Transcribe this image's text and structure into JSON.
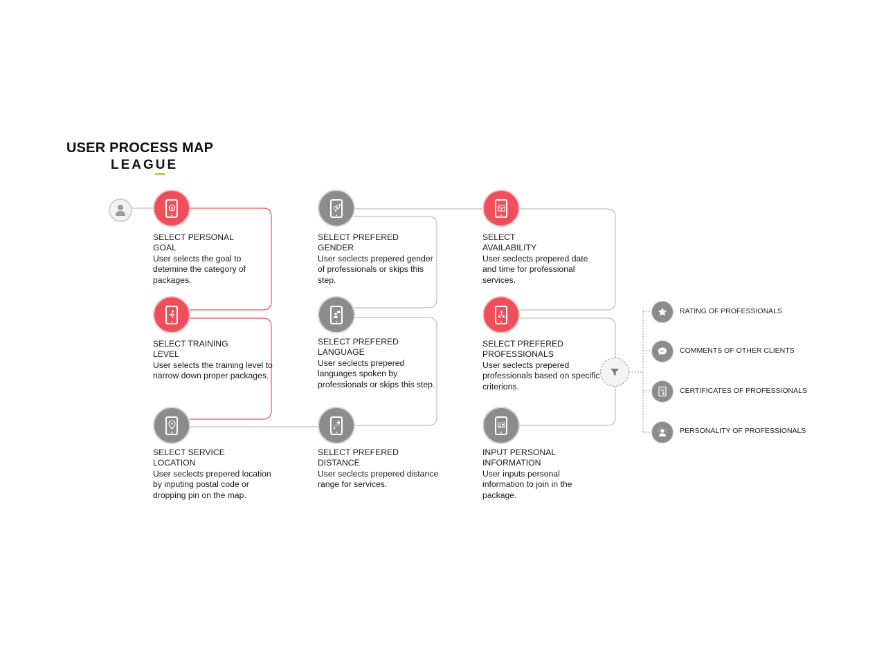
{
  "header": {
    "title": "USER PROCESS MAP",
    "brand": "LEAGUE"
  },
  "colors": {
    "active": "#ef4f5a",
    "inactive": "#8c8c8c",
    "accent": "#b6d334",
    "connector_active": "#ef4f5a",
    "connector_inactive": "#bdbdbd"
  },
  "steps": [
    {
      "title_line1": "SELECT PERSONAL",
      "title_line2": "GOAL",
      "description": "User selects the goal to detemine the category of packages.",
      "icon": "target-icon",
      "state": "active"
    },
    {
      "title_line1": "SELECT TRAINING",
      "title_line2": "LEVEL",
      "description": "User selects the training level to narrow down proper packages.",
      "icon": "running-person-icon",
      "state": "active"
    },
    {
      "title_line1": "SELECT SERVICE",
      "title_line2": "LOCATION",
      "description": "User seclects prepered location by inputing postal code or dropping pin on the map.",
      "icon": "location-pin-icon",
      "state": "inactive"
    },
    {
      "title_line1": "SELECT PREFERED",
      "title_line2": "GENDER",
      "description": "User seclects prepered gender of professionals or skips this step.",
      "icon": "gender-icon",
      "state": "inactive"
    },
    {
      "title_line1": "SELECT PREFERED",
      "title_line2": "LANGUAGE",
      "description": "User seclects prepered languages spoken by professionals or skips this step.",
      "icon": "speech-person-icon",
      "state": "inactive"
    },
    {
      "title_line1": "SELECT PREFERED",
      "title_line2": "DISTANCE",
      "description": "User seclects prepered distance range for services.",
      "icon": "distance-icon",
      "state": "inactive"
    },
    {
      "title_line1": "SELECT",
      "title_line2": "AVAILABILITY",
      "description": "User seclects prepered date and time for professional services.",
      "icon": "calendar-icon",
      "state": "active"
    },
    {
      "title_line1": "SELECT PREFERED",
      "title_line2": "PROFESSIONALS",
      "description": "User seclects prepered professionals based on specific criterions.",
      "icon": "network-icon",
      "state": "active"
    },
    {
      "title_line1": "INPUT PERSONAL",
      "title_line2": "INFORMATION",
      "description": "User inputs personal information to join in the package.",
      "icon": "id-card-icon",
      "state": "inactive"
    }
  ],
  "criteria": [
    {
      "label": "RATING OF PROFESSIONALS",
      "icon": "star-icon"
    },
    {
      "label": "COMMENTS OF OTHER CLIENTS",
      "icon": "speech-bubble-icon"
    },
    {
      "label": "CERTIFICATES OF PROFESSIONALS",
      "icon": "certificate-icon"
    },
    {
      "label": "PERSONALITY OF PROFESSIONALS",
      "icon": "person-icon"
    }
  ],
  "filter_icon": "filter-icon",
  "start_icon": "user-icon"
}
